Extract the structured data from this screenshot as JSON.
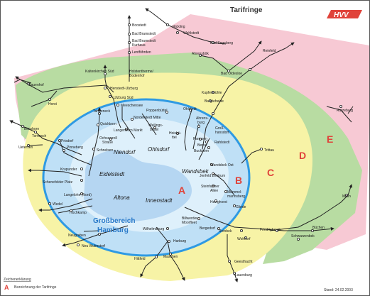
{
  "header": {
    "title": "Tarifringe",
    "logo_text": "HVV"
  },
  "colors": {
    "ring_e": "#f7c9d4",
    "ring_d": "#b8dca2",
    "ring_c": "#f7f3a6",
    "ring_b": "#bfe0f6",
    "ring_a": "#def0fb",
    "core": "#b5d6f2",
    "ring_border": "#2f9ae3",
    "line": "#222222",
    "ring_letter": "#e0433a",
    "core_text": "#2a7ac9"
  },
  "rings": [
    {
      "id": "A",
      "label": "A"
    },
    {
      "id": "B",
      "label": "B"
    },
    {
      "id": "C",
      "label": "C"
    },
    {
      "id": "D",
      "label": "D"
    },
    {
      "id": "E",
      "label": "E"
    }
  ],
  "core_label": {
    "line1": "Großbereich",
    "line2": "Hamburg"
  },
  "districts": [
    "Niendorf",
    "Ohlsdorf",
    "Eidelstedt",
    "Wandsbek",
    "Altona",
    "Innenstadt"
  ],
  "stations": [
    {
      "id": "boostedt",
      "label": "Boostedt"
    },
    {
      "id": "bad_bramstedt",
      "label": "Bad Bramstedt"
    },
    {
      "id": "bad_bramstedt_kurhaus_1",
      "label": "Bad Bramstedt"
    },
    {
      "id": "bad_bramstedt_kurhaus_2",
      "label": "Kurhaus"
    },
    {
      "id": "lentfoehrden",
      "label": "Lentföhrden"
    },
    {
      "id": "rickling",
      "label": "Rickling"
    },
    {
      "id": "wahlstedt",
      "label": "Wahlstedt"
    },
    {
      "id": "bad_segeberg",
      "label": "Bad Segeberg"
    },
    {
      "id": "ahrensboek",
      "label": "Ahrensbök"
    },
    {
      "id": "reinfeld",
      "label": "Reinfeld"
    },
    {
      "id": "bad_oldesloe",
      "label": "Bad Oldesloe"
    },
    {
      "id": "kaltenkirchen",
      "label": "Kaltenkirchen Süd"
    },
    {
      "id": "holstentherme_1",
      "label": "Holstentherme/"
    },
    {
      "id": "holstentherme_2",
      "label": "Bodenhof"
    },
    {
      "id": "henstedt",
      "label": "Henstedt-Ulzburg"
    },
    {
      "id": "ulzburg_sued",
      "label": "Ulzburg Süd"
    },
    {
      "id": "meeschensee",
      "label": "Meeschensee"
    },
    {
      "id": "elmshorn",
      "label": "Elmshorn"
    },
    {
      "id": "dauenhof",
      "label": "Dauenhof"
    },
    {
      "id": "horst",
      "label": "Horst"
    },
    {
      "id": "tornesch",
      "label": "Tornesch"
    },
    {
      "id": "uetersen",
      "label": "Uetersen"
    },
    {
      "id": "prisdorf",
      "label": "Prisdorf"
    },
    {
      "id": "pinneberg",
      "label": "Pinneberg"
    },
    {
      "id": "tanneneck",
      "label": "Tanneneck"
    },
    {
      "id": "quickborn",
      "label": "Quickborn"
    },
    {
      "id": "poppenbuettel",
      "label": "Poppenbüttel"
    },
    {
      "id": "ohlstedt",
      "label": "Ohlstedt"
    },
    {
      "id": "norderstedt_mitte",
      "label": "Norderstedt Mitte"
    },
    {
      "id": "langenhorn_markt",
      "label": "Langenhorn Markt"
    },
    {
      "id": "ochsenzoll_1",
      "label": "Ochsenzoll"
    },
    {
      "id": "ochsenzoll_2",
      "label": "Straße"
    },
    {
      "id": "schnelsen",
      "label": "Schnelsen"
    },
    {
      "id": "wellingsbuettel_1",
      "label": "Wellings-"
    },
    {
      "id": "wellingsbuettel_2",
      "label": "büttel"
    },
    {
      "id": "hoisbuettel_1",
      "label": "Hoisbü-"
    },
    {
      "id": "hoisbuettel_2",
      "label": "ttel"
    },
    {
      "id": "ahrensburg_1",
      "label": "Ahrens-"
    },
    {
      "id": "ahrensburg_2",
      "label": "burg"
    },
    {
      "id": "grosshansdorf_1",
      "label": "Groß-"
    },
    {
      "id": "grosshansdorf_2",
      "label": "hansdorf"
    },
    {
      "id": "kupfermuehle",
      "label": "Kupfermühle"
    },
    {
      "id": "bargteheide",
      "label": "Bargteheide"
    },
    {
      "id": "farmsen",
      "label": "Farmsen"
    },
    {
      "id": "berne",
      "label": "Berne"
    },
    {
      "id": "buckhorn",
      "label": "Buckhorn"
    },
    {
      "id": "rahlstedt",
      "label": "Rahlstedt"
    },
    {
      "id": "trittau",
      "label": "Trittau"
    },
    {
      "id": "krupunder",
      "label": "Krupunder"
    },
    {
      "id": "schenefeld",
      "label": "Schenefelder Platz"
    },
    {
      "id": "langelohe",
      "label": "Langelohe (Nord)"
    },
    {
      "id": "wedel",
      "label": "Wedel"
    },
    {
      "id": "hochkamp",
      "label": "Hochkamp"
    },
    {
      "id": "wandsbek_ost",
      "label": "Wandsbek Ost"
    },
    {
      "id": "jenfeld",
      "label": "Jenfeld Zentrum"
    },
    {
      "id": "steinfurther_1",
      "label": "Steinfurther"
    },
    {
      "id": "steinfurther_2",
      "label": "Allee"
    },
    {
      "id": "muemmel_1",
      "label": "Mümmel-"
    },
    {
      "id": "muemmel_2",
      "label": "mannsberg"
    },
    {
      "id": "glinde",
      "label": "Glinde"
    },
    {
      "id": "havighorst",
      "label": "Havighorst"
    },
    {
      "id": "billwerder_1",
      "label": "Billwerder-"
    },
    {
      "id": "billwerder_2",
      "label": "Moorfleet"
    },
    {
      "id": "bergedorf",
      "label": "Bergedorf"
    },
    {
      "id": "reinbek",
      "label": "Reinbek"
    },
    {
      "id": "wohltorf",
      "label": "Wohltorf"
    },
    {
      "id": "friedrichsruh",
      "label": "Friedrichsruh"
    },
    {
      "id": "buechen",
      "label": "Büchen"
    },
    {
      "id": "schwarzenbek",
      "label": "Schwarzenbek"
    },
    {
      "id": "ratzeburg",
      "label": "Ratzeburg"
    },
    {
      "id": "moelln",
      "label": "Mölln"
    },
    {
      "id": "geesthacht",
      "label": "Geesthacht"
    },
    {
      "id": "lauenburg",
      "label": "Lauenburg"
    },
    {
      "id": "wilhelmsburg",
      "label": "Wilhelmsburg"
    },
    {
      "id": "neugraben",
      "label": "Neugraben"
    },
    {
      "id": "neu_wulmstorf",
      "label": "Neu Wulmstorf"
    },
    {
      "id": "harburg",
      "label": "Harburg"
    },
    {
      "id": "hittfeld",
      "label": "Hittfeld"
    },
    {
      "id": "maschen",
      "label": "Maschen"
    }
  ],
  "legend": {
    "title": "Zeichenerklärung",
    "symbol": "A",
    "text": "Bezeichnung der Tarifringe"
  },
  "footer": {
    "date": "Stand: 24.02.2003"
  }
}
